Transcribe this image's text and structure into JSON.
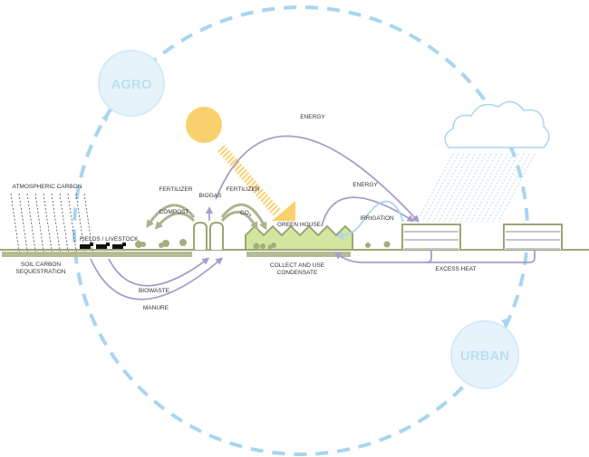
{
  "nodes": {
    "agro": "AGRO",
    "urban": "URBAN"
  },
  "labels": {
    "atmospheric_carbon": "ATMOSPHERIC CARBON",
    "soil_carbon_1": "SOIL CARBON",
    "soil_carbon_2": "SEQUESTRATION",
    "fields": "FIELDS / LIVESTOCK",
    "fertilizer_left": "FERTILIZER",
    "compost": "COMPOST",
    "biogas": "BIOGAS",
    "fertilizer_right": "FERTILIZER",
    "co2": "CO",
    "co2_sub": "2",
    "greenhouse": "GREEN HOUSE",
    "energy_top": "ENERGY",
    "energy_mid": "ENERGY",
    "irrigation": "IRRIGATION",
    "condensate_1": "COLLECT AND USE",
    "condensate_2": "CONDENSATE",
    "excess_heat": "EXCESS HEAT",
    "biowaste": "BIOWASTE",
    "manure": "MANURE"
  },
  "colors": {
    "cycle": "#a9d5f0",
    "olive": "#9ba673",
    "arrow_olive": "#aeb38f",
    "purple": "#a99ccb",
    "sun": "#f8d16c",
    "greenhouse_fill": "#d3e6a0",
    "water": "#a9d5f0"
  }
}
